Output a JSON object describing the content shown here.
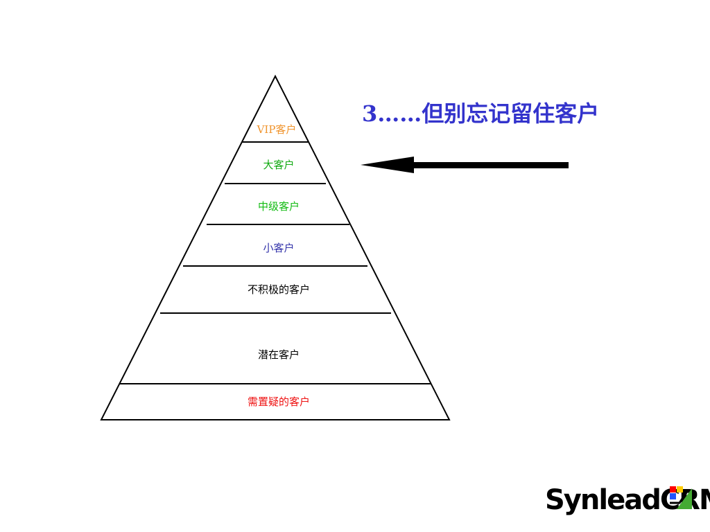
{
  "title": {
    "text": "3……但别忘记留住客户",
    "color": "#3333cc"
  },
  "pyramid": {
    "layers": [
      {
        "label": "VIP客户",
        "color": "#f0932b"
      },
      {
        "label": "大客户",
        "color": "#11aa11"
      },
      {
        "label": "中级客户",
        "color": "#11bb11"
      },
      {
        "label": "小客户",
        "color": "#3333aa"
      },
      {
        "label": "不积极的客户",
        "color": "#000000"
      },
      {
        "label": "潜在客户",
        "color": "#000000"
      },
      {
        "label": "需置疑的客户",
        "color": "#ee1111"
      }
    ]
  },
  "arrow": {
    "color": "#000000"
  },
  "logo": {
    "text": "SynleadCRM",
    "colors": [
      "#ff0000",
      "#ffcc00",
      "#2255ff",
      "#44aa33"
    ]
  }
}
